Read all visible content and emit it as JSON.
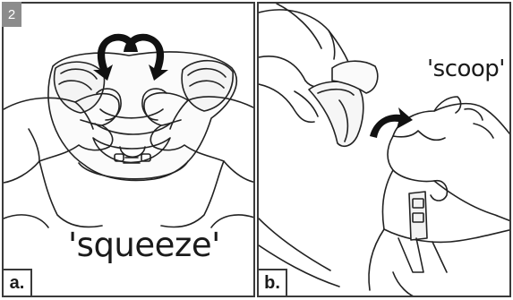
{
  "step": {
    "number": "2"
  },
  "panels": [
    {
      "label": "a.",
      "caption": "'squeeze'"
    },
    {
      "label": "b.",
      "caption": "'scoop'"
    }
  ],
  "colors": {
    "border": "#3a3a3a",
    "badge": "#8c8c8c",
    "arrow": "#111111",
    "line": "#222222"
  },
  "icons": [
    "curved-arrow-icon",
    "curved-arrow-icon",
    "curved-arrow-icon"
  ]
}
